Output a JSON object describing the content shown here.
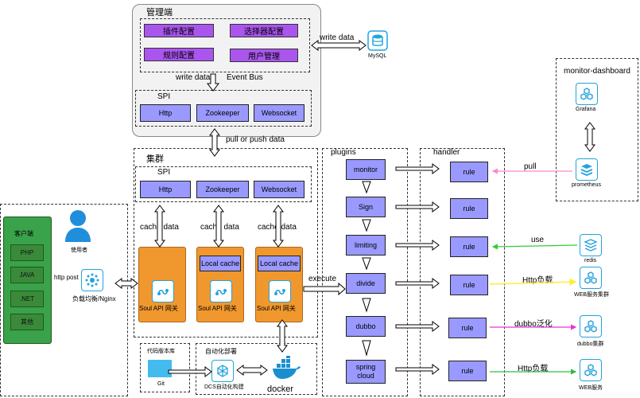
{
  "admin": {
    "title": "管理端",
    "buttons": [
      "插件配置",
      "选择器配置",
      "规则配置",
      "用户管理"
    ],
    "spi_label": "SPI",
    "spi_items": [
      "Http",
      "Zookeeper",
      "Websocket"
    ],
    "write_data_db": "write data",
    "write_data_bus": "write data",
    "event_bus": "Event Bus"
  },
  "mysql": "MySQL",
  "pull_or_push": "pull or push data",
  "cluster": {
    "title": "集群",
    "spi_label": "SPI",
    "spi_items": [
      "Http",
      "Zookeeper",
      "Websocket"
    ],
    "cache_labels": [
      "cache data",
      "cache data",
      "cache data"
    ],
    "gateways": [
      {
        "local_cache": "",
        "name": "Soul API 网关"
      },
      {
        "local_cache": "Local cache",
        "name": "Soul API 网关"
      },
      {
        "local_cache": "Local cache",
        "name": "Soul API 网关"
      }
    ]
  },
  "client": {
    "title": "客户端",
    "items": [
      "PHP",
      "JAVA",
      ".NET",
      "其他"
    ],
    "user_label": "使用者",
    "http_post": "http post",
    "lb_label": "负载均衡/Nginx"
  },
  "execute": "execute",
  "plugins": {
    "title": "plugins",
    "items": [
      "monitor",
      "Sign",
      "limiting",
      "divide",
      "dubbo",
      "spring cloud"
    ]
  },
  "handler": {
    "title": "handler",
    "rules": [
      "rule",
      "rule",
      "rule",
      "rule",
      "rule",
      "rule"
    ]
  },
  "monitor_dashboard": {
    "title": "monitor-dashboard",
    "grafana": "Grafana",
    "prometheus": "prometheus"
  },
  "right_links": [
    {
      "label": "pull",
      "target": "prometheus",
      "color": "#ff88cc"
    },
    {
      "label": "use",
      "target": "redis",
      "color": "#33cc33"
    },
    {
      "label": "Http负载",
      "target": "WEB服务集群",
      "color": "#ffee33"
    },
    {
      "label": "dubbo泛化",
      "target": "dubbo集群",
      "color": "#ee33cc"
    },
    {
      "label": "Http负载",
      "target": "WEB服务",
      "color": "#33bb44"
    }
  ],
  "deploy": {
    "repo_title": "代码版本库",
    "git": "Git",
    "auto_title": "自动化部署",
    "dcs": "DCS自动化构建",
    "docker": "docker"
  }
}
